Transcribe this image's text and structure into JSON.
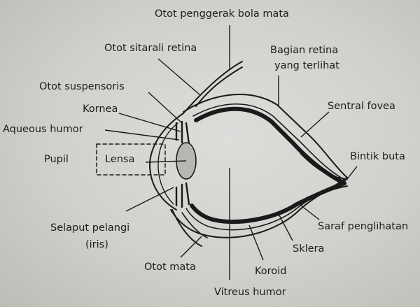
{
  "labels": {
    "otot_penggerak": "Otot penggerak bola mata",
    "otot_sitarali": "Otot sitarali retina",
    "bagian_retina_1": "Bagian retina",
    "bagian_retina_2": "yang terlihat",
    "otot_suspensoris": "Otot suspensoris",
    "kornea": "Kornea",
    "aqueous_humor": "Aqueous humor",
    "sentral_fovea": "Sentral fovea",
    "pupil": "Pupil",
    "lensa": "Lensa",
    "bintik_buta": "Bintik buta",
    "selaput_pelangi_1": "Selaput pelangi",
    "selaput_pelangi_2": "(iris)",
    "saraf_penglihatan": "Saraf penglihatan",
    "sklera": "Sklera",
    "otot_mata": "Otot mata",
    "koroid": "Koroid",
    "vitreus_humor": "Vitreus humor"
  }
}
